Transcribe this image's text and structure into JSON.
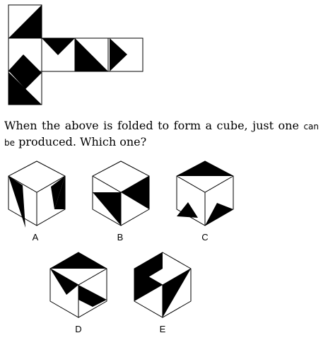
{
  "question": {
    "text_before": "When the above is folded to form a cube, just one",
    "small_text": "can be",
    "text_after": "produced. Which one?"
  },
  "options": [
    {
      "label": "A"
    },
    {
      "label": "B"
    },
    {
      "label": "C"
    },
    {
      "label": "D"
    },
    {
      "label": "E"
    }
  ]
}
